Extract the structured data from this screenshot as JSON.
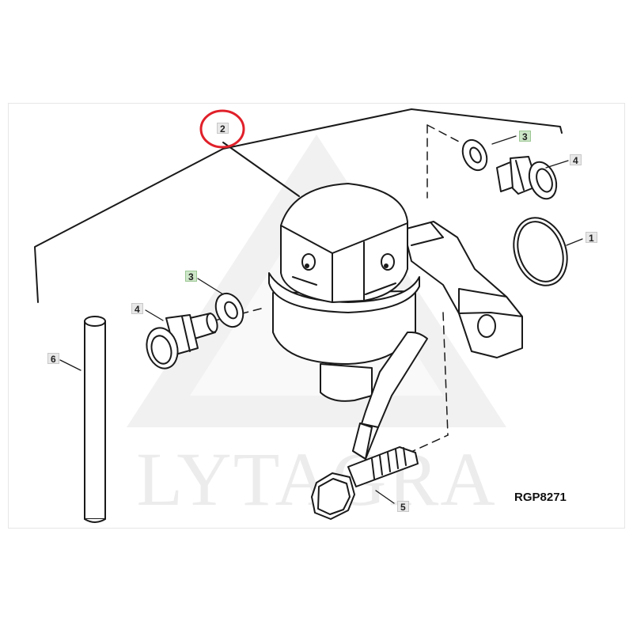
{
  "watermark": "LYTAGRA",
  "drawing_ref": "RGP8271",
  "callouts": [
    {
      "id": "c2",
      "text": "2",
      "style": "grey"
    },
    {
      "id": "c3a",
      "text": "3",
      "style": "green"
    },
    {
      "id": "c4a",
      "text": "4",
      "style": "grey"
    },
    {
      "id": "c1",
      "text": "1",
      "style": "grey"
    },
    {
      "id": "c3b",
      "text": "3",
      "style": "green"
    },
    {
      "id": "c4b",
      "text": "4",
      "style": "grey"
    },
    {
      "id": "c6",
      "text": "6",
      "style": "grey"
    },
    {
      "id": "c5",
      "text": "5",
      "style": "grey"
    }
  ],
  "highlight": {
    "target": "2",
    "color": "#e0202a"
  },
  "colors": {
    "line": "#1a1a1a",
    "part_fill": "#ffffff",
    "watermark": "#ececec"
  }
}
